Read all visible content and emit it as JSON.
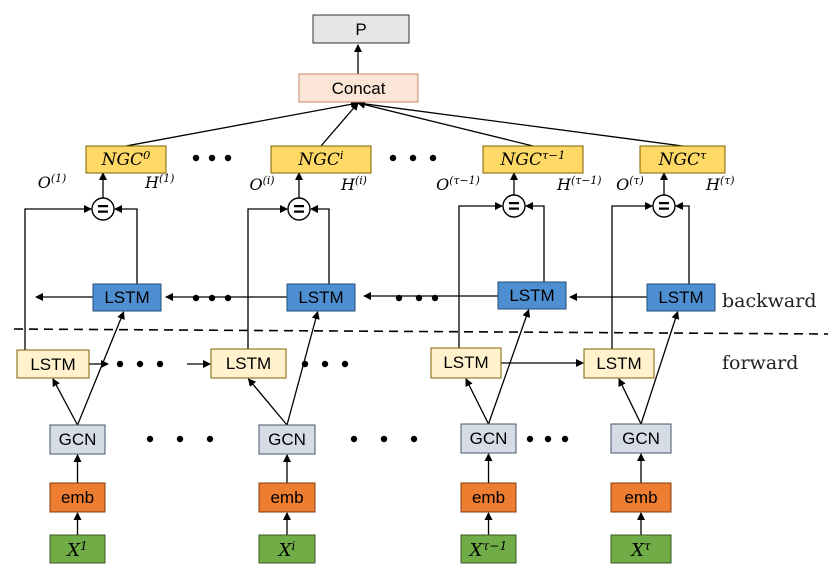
{
  "top": {
    "p_label": "P",
    "concat_label": "Concat"
  },
  "columns": [
    {
      "ngc_base": "NGC",
      "ngc_sup": "0",
      "o_base": "O",
      "o_sup": "(1)",
      "h_base": "H",
      "h_sup": "(1)",
      "x_base": "X",
      "x_sup": "1"
    },
    {
      "ngc_base": "NGC",
      "ngc_sup": "i",
      "o_base": "O",
      "o_sup": "(i)",
      "h_base": "H",
      "h_sup": "(i)",
      "x_base": "X",
      "x_sup": "i"
    },
    {
      "ngc_base": "NGC",
      "ngc_sup": "τ−1",
      "o_base": "O",
      "o_sup": "(τ−1)",
      "h_base": "H",
      "h_sup": "(τ−1)",
      "x_base": "X",
      "x_sup": "τ−1"
    },
    {
      "ngc_base": "NGC",
      "ngc_sup": "τ",
      "o_base": "O",
      "o_sup": "(τ)",
      "h_base": "H",
      "h_sup": "(τ)",
      "x_base": "X",
      "x_sup": "τ"
    }
  ],
  "node_labels": {
    "lstm": "LSTM",
    "gcn": "GCN",
    "emb": "emb",
    "equal": "="
  },
  "side_labels": {
    "backward": "backward",
    "forward": "forward"
  },
  "colors": {
    "p_fill": "#e7e6e6",
    "concat_fill": "#fbe5d6",
    "ngc_fill": "#ffd966",
    "lstm_backward_fill": "#4e8fd1",
    "lstm_forward_fill": "#fff2cc",
    "gcn_fill": "#d6dce5",
    "emb_fill": "#ed7d31",
    "x_fill": "#70ad47"
  }
}
